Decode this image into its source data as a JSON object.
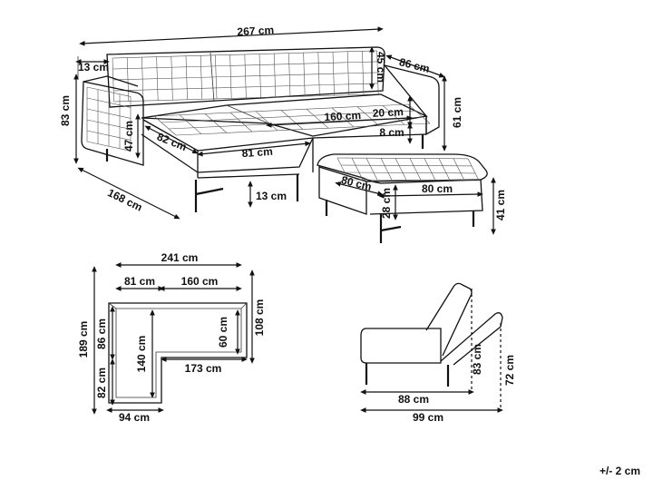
{
  "dimensions": {
    "total_width": "267 cm",
    "armrest_width": "13 cm",
    "overall_height": "83 cm",
    "backrest_height": "45 cm",
    "sofa_depth": "86 cm",
    "seat_length": "160 cm",
    "seat_cushion": "20 cm",
    "back_height": "61 cm",
    "leg_clearance": "8 cm",
    "chaise_inner_height": "47 cm",
    "chaise_width": "82 cm",
    "chaise_length": "81 cm",
    "total_depth": "168 cm",
    "leg_height": "13 cm",
    "ottoman_depth": "80 cm",
    "ottoman_width": "80 cm",
    "ottoman_top": "28 cm",
    "ottoman_height": "41 cm"
  },
  "top_view": {
    "total_width": "241 cm",
    "chaise_width": "81 cm",
    "seat_length": "160 cm",
    "left_depth": "86 cm",
    "total_depth": "189 cm",
    "chaise_depth": "82 cm",
    "seat_depth": "140 cm",
    "bottom_length": "173 cm",
    "bottom_width": "94 cm",
    "right_depth": "108 cm",
    "right_seat": "60 cm"
  },
  "side_view": {
    "seat_depth": "88 cm",
    "total_depth": "99 cm",
    "reclined_height": "83 cm",
    "height": "72 cm"
  },
  "tolerance": "+/- 2 cm"
}
